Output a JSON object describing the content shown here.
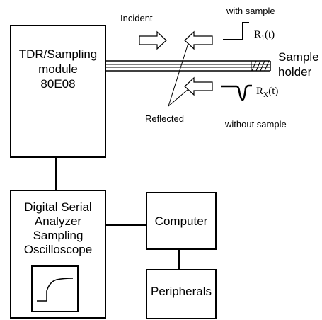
{
  "tdr_module": {
    "line1": "TDR/Sampling",
    "line2": "module",
    "line3": "80E08"
  },
  "labels": {
    "incident": "Incident",
    "reflected": "Reflected",
    "with_sample": "with sample",
    "without_sample": "without sample",
    "sample_holder_line1": "Sample",
    "sample_holder_line2": "holder"
  },
  "signals": {
    "r1": {
      "main": "R",
      "sub": "1",
      "arg": "(t)"
    },
    "rx": {
      "main": "R",
      "sub": "X",
      "arg": "(t)"
    }
  },
  "analyzer": {
    "line1": "Digital Serial",
    "line2": "Analyzer",
    "line3": "Sampling",
    "line4": "Oscilloscope"
  },
  "computer": {
    "label": "Computer"
  },
  "peripherals": {
    "label": "Peripherals"
  }
}
